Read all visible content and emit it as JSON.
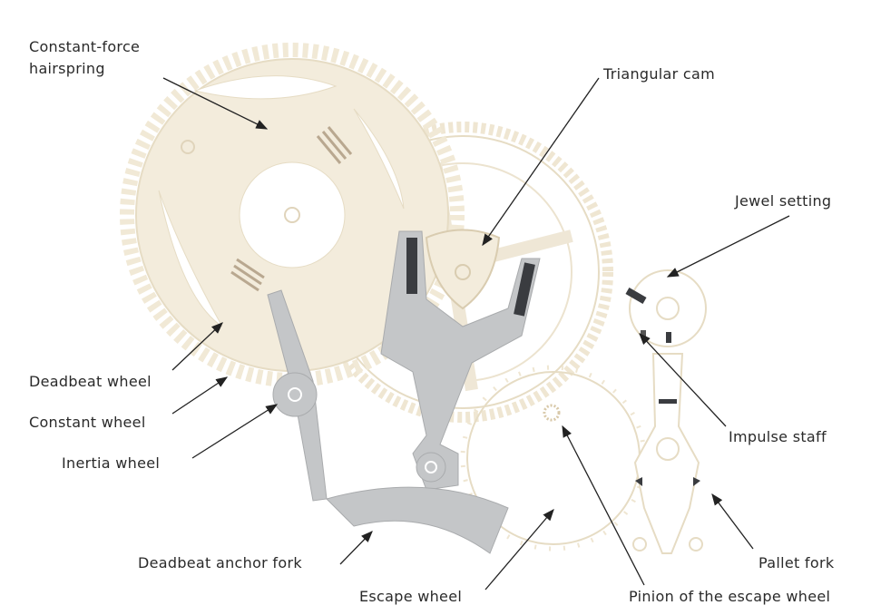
{
  "colors": {
    "gear_fill": "#f3ecdc",
    "gear_line": "#e6dcc4",
    "anchor_fill": "#c4c6c8",
    "anchor_line": "#a9abad",
    "jewel": "#3a3c40",
    "arrow": "#222222"
  },
  "labels": {
    "hairspring_line1": "Constant-force",
    "hairspring_line2": "hairspring",
    "triangular_cam": "Triangular cam",
    "jewel_setting": "Jewel setting",
    "deadbeat_wheel": "Deadbeat wheel",
    "constant_wheel": "Constant wheel",
    "inertia_wheel": "Inertia wheel",
    "impulse_staff": "Impulse staff",
    "deadbeat_anchor_fork": "Deadbeat anchor fork",
    "pallet_fork": "Pallet fork",
    "escape_wheel": "Escape wheel",
    "pinion": "Pinion of the escape wheel"
  }
}
